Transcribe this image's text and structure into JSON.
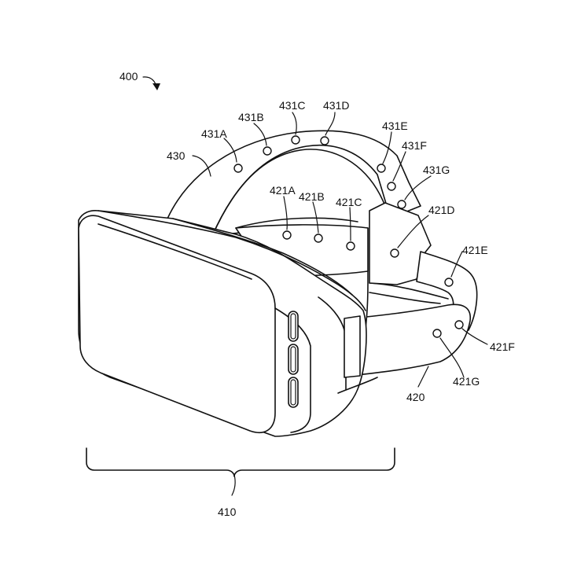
{
  "figure": {
    "ref_main": "400",
    "ref_headset": "410",
    "ref_side_strap": "420",
    "ref_top_strap": "430",
    "top_strap_sensors": [
      "431A",
      "431B",
      "431C",
      "431D",
      "431E",
      "431F",
      "431G"
    ],
    "side_strap_sensors": [
      "421A",
      "421B",
      "421C",
      "421D",
      "421E",
      "421F",
      "421G"
    ]
  }
}
